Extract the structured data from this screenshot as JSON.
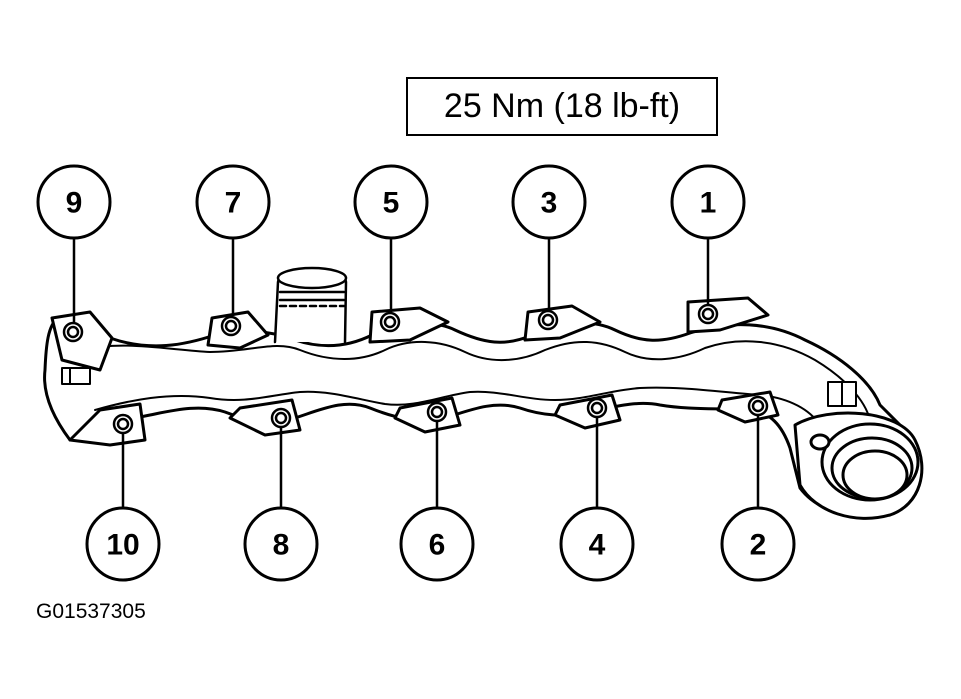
{
  "torque_spec": "25 Nm (18 lb-ft)",
  "figure_code": "G01537305",
  "colors": {
    "line": "#000000",
    "background": "#ffffff"
  },
  "bolts": [
    {
      "label": "1"
    },
    {
      "label": "2"
    },
    {
      "label": "3"
    },
    {
      "label": "4"
    },
    {
      "label": "5"
    },
    {
      "label": "6"
    },
    {
      "label": "7"
    },
    {
      "label": "8"
    },
    {
      "label": "9"
    },
    {
      "label": "10"
    }
  ]
}
